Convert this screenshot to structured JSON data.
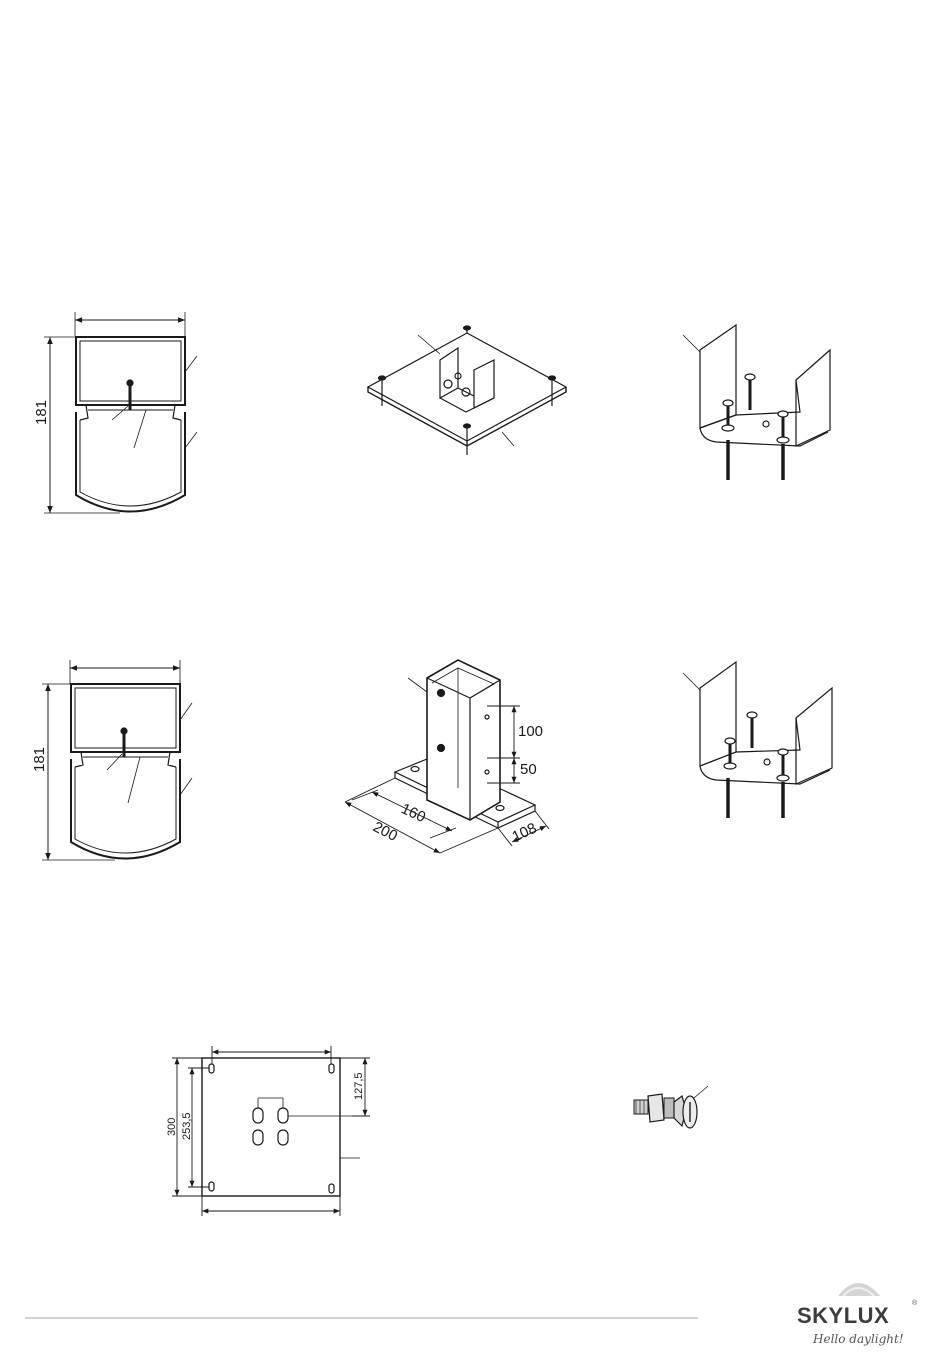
{
  "drawings": {
    "profile_top": {
      "height_label": "181"
    },
    "profile_bottom": {
      "height_label": "181"
    },
    "post_base": {
      "dim_100": "100",
      "dim_50": "50",
      "dim_160": "160",
      "dim_200": "200",
      "dim_108": "108"
    },
    "base_plate": {
      "dim_300": "300",
      "dim_253_5": "253,5",
      "dim_127_5": "127,5"
    }
  },
  "footer": {
    "brand": "SKYLUX",
    "registered": "®",
    "tagline": "Hello daylight!"
  }
}
